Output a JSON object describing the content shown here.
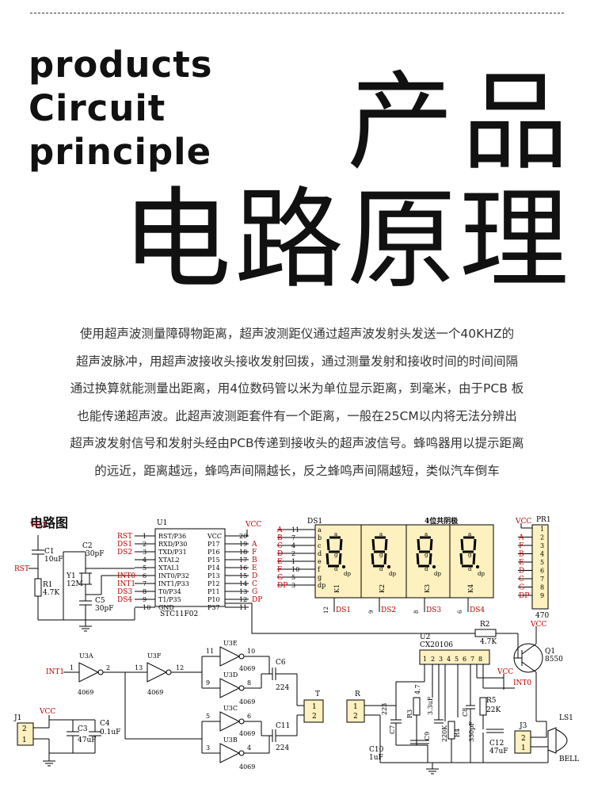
{
  "heading": {
    "en_line1": "products",
    "en_line2": "Circuit",
    "en_line3": "principle",
    "cn_line1": "产品",
    "cn_line2": "电路原理"
  },
  "description": [
    "使用超声波测量障碍物距离，超声波测距仪通过超声波发射头发送一个40KHZ的",
    "超声波脉冲，用超声波接收头接收发射回拨，通过测量发射和接收时间的时间间隔",
    "通过换算就能测量出距离，用4位数码管以米为单位显示距离，到毫米，由于PCB 板",
    "也能传递超声波。此超声波测距套件有一个距离，一般在25CM以内将无法分辨出",
    "超声波发射信号和发射头经由PCB传递到接收头的超声波信号。蜂鸣器用以提示距离",
    "的远近，距离越远，蜂鸣声间隔越长，反之蜂鸣声间隔越短，类似汽车倒车"
  ],
  "diagram": {
    "title": "电路图",
    "mcu": {
      "ref": "U1",
      "part": "STC11F02",
      "left_pins": [
        {
          "net": "RST",
          "num": "1",
          "name": "RST/P36"
        },
        {
          "net": "DS1",
          "num": "2",
          "name": "RXD/P30"
        },
        {
          "net": "DS2",
          "num": "3",
          "name": "TXD/P31"
        },
        {
          "net": "",
          "num": "4",
          "name": "XTAL2"
        },
        {
          "net": "",
          "num": "5",
          "name": "XTAL1"
        },
        {
          "net": "INT0",
          "num": "6",
          "name": "INT0/P32"
        },
        {
          "net": "INT1",
          "num": "7",
          "name": "INT1/P33"
        },
        {
          "net": "DS3",
          "num": "8",
          "name": "T0/P34"
        },
        {
          "net": "DS4",
          "num": "9",
          "name": "T1/P35"
        },
        {
          "net": "",
          "num": "10",
          "name": "GND"
        }
      ],
      "right_pins": [
        {
          "name": "VCC",
          "num": "20",
          "net": "VCC"
        },
        {
          "name": "P17",
          "num": "19",
          "net": "A"
        },
        {
          "name": "P16",
          "num": "18",
          "net": "F"
        },
        {
          "name": "P15",
          "num": "17",
          "net": "B"
        },
        {
          "name": "P14",
          "num": "16",
          "net": "E"
        },
        {
          "name": "P13",
          "num": "15",
          "net": "D"
        },
        {
          "name": "P12",
          "num": "14",
          "net": "C"
        },
        {
          "name": "P11",
          "num": "13",
          "net": "G"
        },
        {
          "name": "P10",
          "num": "12",
          "net": "DP"
        },
        {
          "name": "P37",
          "num": "11",
          "net": ""
        }
      ]
    },
    "display": {
      "ref": "DS1",
      "title": "4位共阴极",
      "seg_nets": [
        "A",
        "B",
        "C",
        "D",
        "E",
        "F",
        "G",
        "DP"
      ],
      "seg_nums": [
        "11",
        "7",
        "4",
        "2",
        "1",
        "10",
        "5",
        "3"
      ],
      "seg_letters": [
        "a",
        "b",
        "c",
        "d",
        "e",
        "f",
        "g",
        "dp"
      ],
      "digits": [
        {
          "k": "K1",
          "pin": "12",
          "ds": "DS1"
        },
        {
          "k": "K2",
          "pin": "9",
          "ds": "DS2"
        },
        {
          "k": "K3",
          "pin": "8",
          "ds": "DS3"
        },
        {
          "k": "K4",
          "pin": "6",
          "ds": "DS4"
        }
      ]
    },
    "pr1": {
      "ref": "PR1",
      "value": "470",
      "vcc": "VCC",
      "nets": [
        "A",
        "F",
        "B",
        "E",
        "D",
        "C",
        "G",
        "DP"
      ],
      "pins": [
        "1",
        "2",
        "3",
        "4",
        "5",
        "6",
        "7",
        "8",
        "9"
      ]
    },
    "crystal": {
      "ref": "Y1",
      "value": "12M"
    },
    "c1": {
      "ref": "C1",
      "value": "10uF"
    },
    "c2": {
      "ref": "C2",
      "value": "30pF"
    },
    "c5": {
      "ref": "C5",
      "value": "30pF"
    },
    "r1": {
      "ref": "R1",
      "value": "4.7K"
    },
    "r2": {
      "ref": "R2",
      "value": "4.7K"
    },
    "q1": {
      "ref": "Q1",
      "value": "8550"
    },
    "u2": {
      "ref": "U2",
      "part": "CX20106",
      "pins": [
        "1",
        "2",
        "3",
        "4",
        "5",
        "6",
        "7",
        "8"
      ]
    },
    "gates": [
      {
        "ref": "U3A",
        "part": "4069",
        "in": "1",
        "out": "2"
      },
      {
        "ref": "U3F",
        "part": "4069",
        "in": "13",
        "out": "12"
      },
      {
        "ref": "U3E",
        "part": "4069",
        "in": "11",
        "out": "10"
      },
      {
        "ref": "U3D",
        "part": "4069",
        "in": "9",
        "out": "8"
      },
      {
        "ref": "U3C",
        "part": "4069",
        "in": "5",
        "out": "6"
      },
      {
        "ref": "U3B",
        "part": "4069",
        "in": "3",
        "out": "4"
      }
    ],
    "c6": {
      "ref": "C6",
      "value": "224"
    },
    "c11": {
      "ref": "C11",
      "value": "224"
    },
    "t": {
      "ref": "T",
      "pins": [
        "1",
        "2"
      ]
    },
    "r": {
      "ref": "R",
      "pins": [
        "1",
        "2"
      ]
    },
    "j1": {
      "ref": "J1",
      "pins": [
        "2",
        "1"
      ]
    },
    "j3": {
      "ref": "J3",
      "pins": [
        "2",
        "1"
      ]
    },
    "c3": {
      "ref": "C3",
      "value": "47uF"
    },
    "c4": {
      "ref": "C4",
      "value": "0.1uF"
    },
    "c7": {
      "ref": "C7",
      "value": "223"
    },
    "r3": {
      "ref": "R3",
      "value": "4.7"
    },
    "c9": {
      "ref": "C9",
      "value": "3.3uF"
    },
    "r4": {
      "ref": "R4",
      "value": "220K"
    },
    "c8": {
      "ref": "C8",
      "value": "330pF"
    },
    "r5": {
      "ref": "R5",
      "value": "22K"
    },
    "c10": {
      "ref": "C10",
      "value": "1uF"
    },
    "c12": {
      "ref": "C12",
      "value": "47uF"
    },
    "ls1": {
      "ref": "LS1",
      "value": "BELL"
    },
    "nets": {
      "vcc": "VCC",
      "rst": "RST",
      "int0": "INT0",
      "int1": "INT1"
    }
  }
}
